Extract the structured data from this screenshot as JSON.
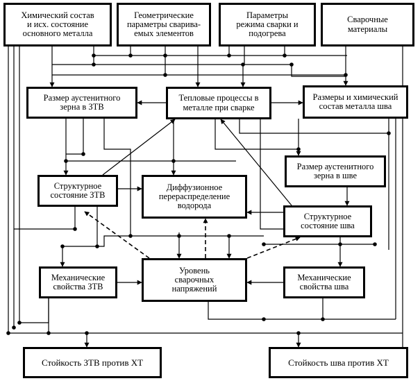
{
  "nodes": {
    "chem_base": [
      "Химический состав",
      "и исх. состояние",
      "основного металла"
    ],
    "geom_params": [
      "Геометрические",
      "параметры сварива-",
      "емых элементов"
    ],
    "weld_params": [
      "Параметры",
      "режима сварки и",
      "подогрева"
    ],
    "weld_materials": [
      "Сварочные",
      "материалы"
    ],
    "grain_haz": [
      "Размер аустенитного",
      "зерна в ЗТВ"
    ],
    "thermal": [
      "Тепловые процессы в",
      "металле при сварке"
    ],
    "weld_size_chem": [
      "Размеры и химический",
      "состав металла шва"
    ],
    "grain_weld": [
      "Размер аустенитного",
      "зерна в шве"
    ],
    "struct_haz": [
      "Структурное",
      "состояние ЗТВ"
    ],
    "diffusion": [
      "Диффузионное",
      "перераспределение",
      "водорода"
    ],
    "struct_weld": [
      "Структурное",
      "состояние шва"
    ],
    "mech_haz": [
      "Механические",
      "свойства ЗТВ"
    ],
    "stress": [
      "Уровень",
      "сварочных",
      "напряжений"
    ],
    "mech_weld": [
      "Механические",
      "свойства шва"
    ],
    "resist_haz": [
      "Стойкость ЗТВ против ХТ"
    ],
    "resist_weld": [
      "Стойкость шва против ХТ"
    ]
  },
  "colors": {
    "line": "#000000",
    "background": "#ffffff"
  }
}
